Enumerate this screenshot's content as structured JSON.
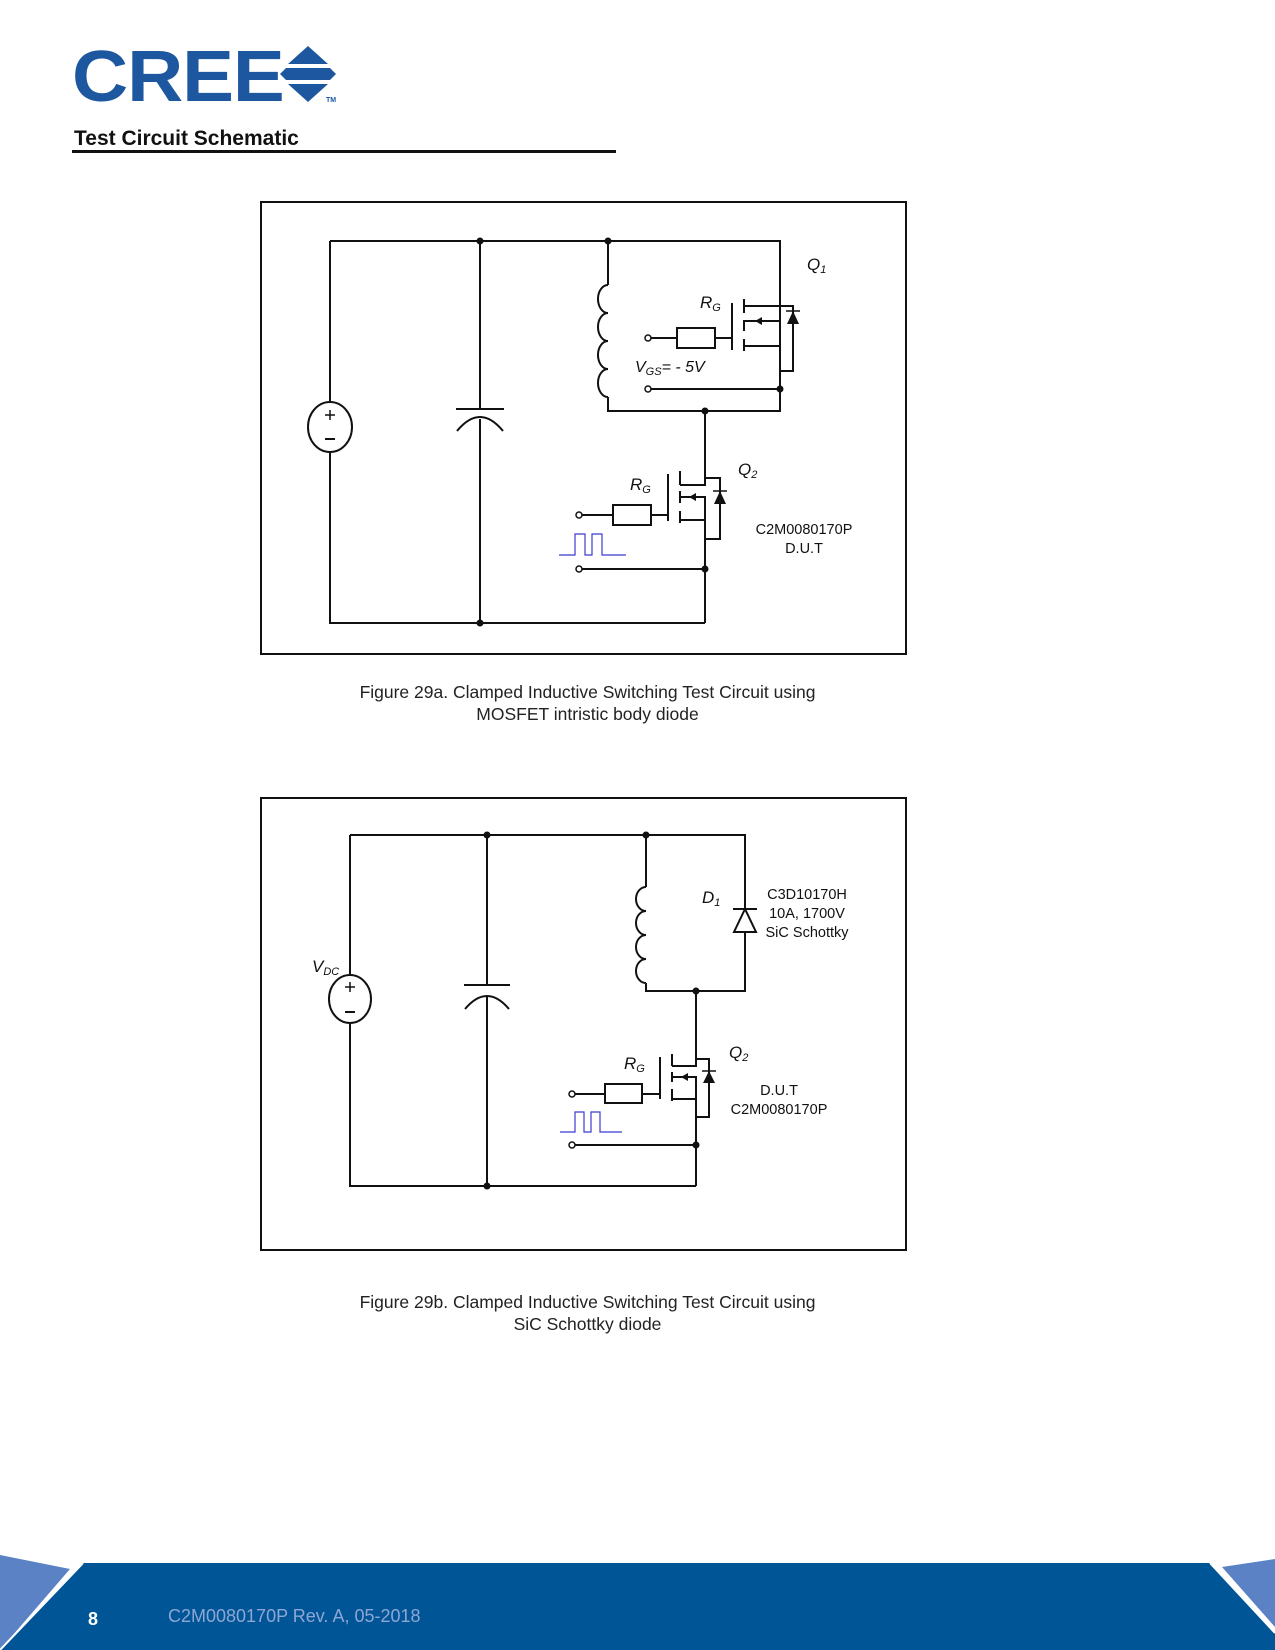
{
  "header": {
    "logo_text": "CREE",
    "logo_trademark": "TM",
    "section_title": "Test Circuit Schematic",
    "brand_color": "#1d57a0"
  },
  "figures": [
    {
      "id": "29a",
      "labels": {
        "q1": "Q",
        "q1_sub": "1",
        "rg_top": "R",
        "rg_top_sub": "G",
        "vgs": "V",
        "vgs_sub": "GS",
        "vgs_value": "= - 5V",
        "q2": "Q",
        "q2_sub": "2",
        "rg_bottom": "R",
        "rg_bottom_sub": "G",
        "dut_part": "C2M0080170P",
        "dut_label": "D.U.T"
      },
      "caption_line1": "Figure 29a. Clamped Inductive Switching Test Circuit using",
      "caption_line2": "MOSFET intristic body diode"
    },
    {
      "id": "29b",
      "labels": {
        "vdc": "V",
        "vdc_sub": "DC",
        "d1": "D",
        "d1_sub": "1",
        "diode_part": "C3D10170H",
        "diode_rating": "10A, 1700V",
        "diode_type": "SiC Schottky",
        "q2": "Q",
        "q2_sub": "2",
        "rg": "R",
        "rg_sub": "G",
        "dut_label": "D.U.T",
        "dut_part": "C2M0080170P"
      },
      "caption_line1": "Figure 29b. Clamped Inductive Switching Test Circuit using",
      "caption_line2": "SiC Schottky diode"
    }
  ],
  "footer": {
    "page_number": "8",
    "document_id": "C2M0080170P Rev. A,   05-2018",
    "bar_color": "#005596",
    "accent_color": "#5b82c4"
  }
}
